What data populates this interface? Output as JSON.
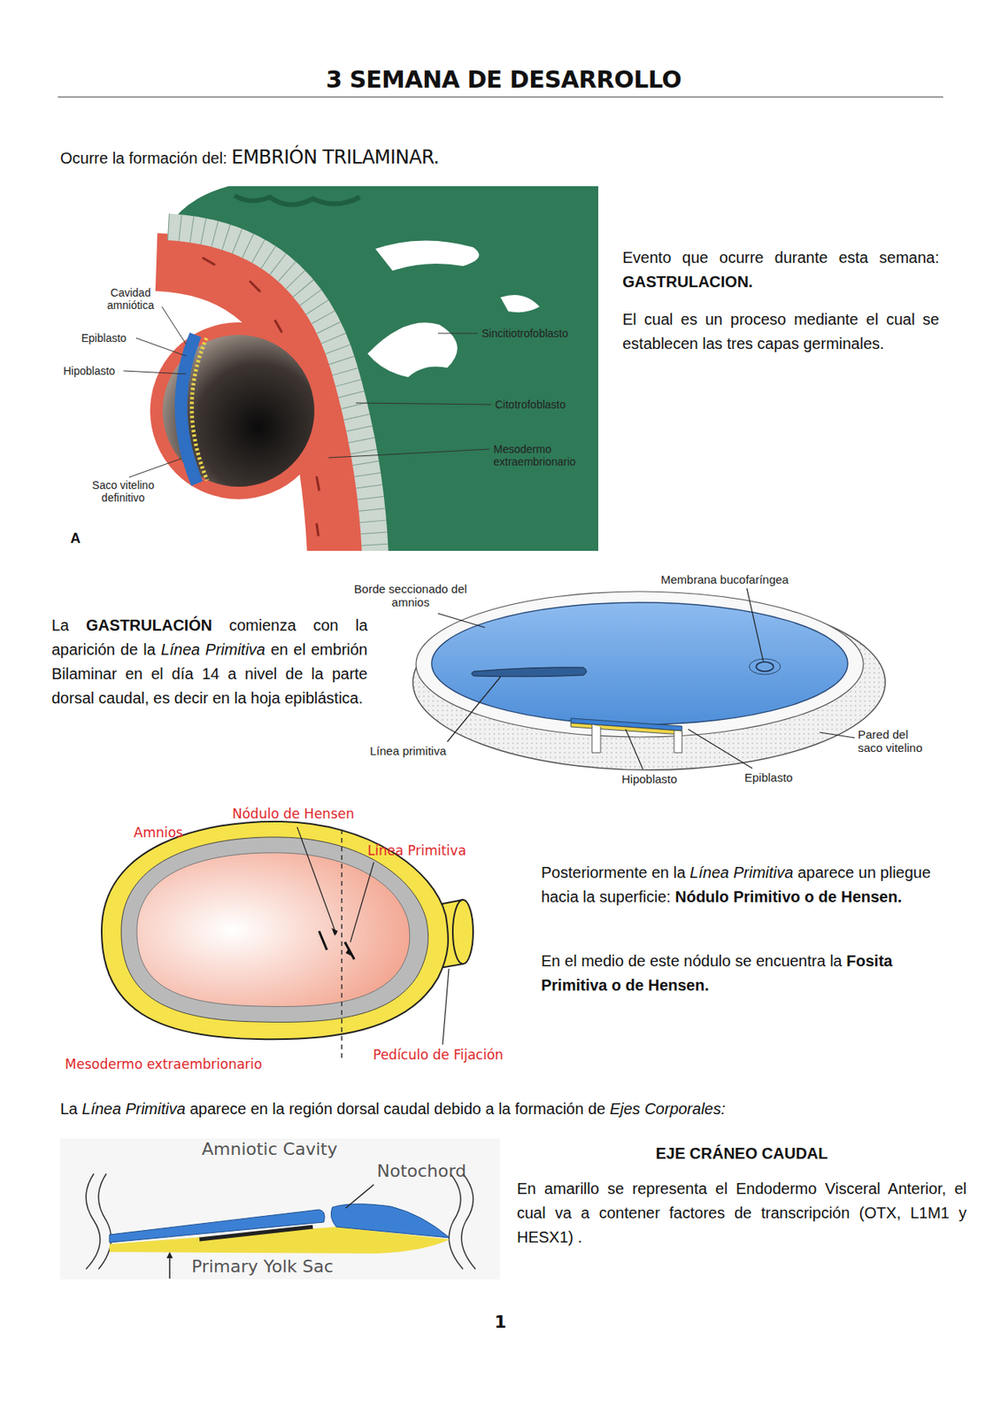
{
  "diagram": {
    "title": "3 SEMANA DE DESARROLLO",
    "labels": [
      "Ocurre la formación del:",
      "EMBRIÓN TRILAMINAR.",
      "Cavidad amniótica",
      "Epiblasto",
      "Hipoblasto",
      "Saco vitelino definitivo",
      "A",
      "Sincitiotrofoblasto",
      "Citotrofoblasto",
      "Mesodermo extraembrionario",
      "Evento que ocurre durante esta semana:",
      "GASTRULACION.",
      "El cual es un proceso mediante el cual se establecen las tres capas germinales.",
      "La",
      "GASTRULACIÓN",
      "comienza con la aparición de la",
      "Línea Primitiva",
      "en el embrión Bilaminar en el día 14 a nivel de la parte dorsal caudal, es decir en la hoja epiblástica.",
      "Borde seccionado del amnios",
      "Membrana bucofaríngea",
      "Línea primitiva",
      "Hipoblasto",
      "Epiblasto",
      "Pared del saco vitelino",
      "Nódulo de Hensen",
      "Amnios",
      "Línea Primitiva",
      "Mesodermo extraembrionario",
      "Pedículo de Fijación",
      "Posteriormente en la",
      "Línea Primitiva",
      "aparece un pliegue hacia la superficie:",
      "Nódulo Primitivo o de Hensen.",
      "En el medio de este nódulo se encuentra la",
      "Fosita Primitiva o de Hensen.",
      "La",
      "Línea Primitiva",
      "aparece en la región dorsal caudal debido a la formación de",
      "Ejes Corporales:",
      "Amniotic Cavity",
      "Notochord",
      "Primary Yolk Sac",
      "EJE CRÁNEO CAUDAL",
      "En amarillo se representa el Endodermo Visceral Anterior, el cual va a contener factores de transcripción (OTX, L1M1 y HESX1) .",
      "1"
    ]
  }
}
